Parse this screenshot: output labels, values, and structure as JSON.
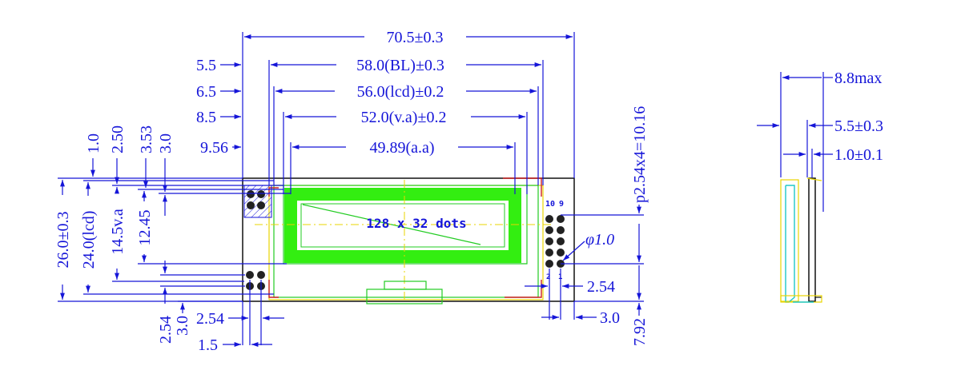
{
  "front_view": {
    "top_dims": {
      "overall": "70.5±0.3",
      "backlight": "58.0(BL)±0.3",
      "lcd": "56.0(lcd)±0.2",
      "viewing_area": "52.0(v.a)±0.2",
      "active_area": "49.89(a.a)"
    },
    "left_offsets": {
      "bl": "5.5",
      "lcd": "6.5",
      "va": "8.5",
      "aa": "9.56"
    },
    "vertical_top": {
      "v1": "1.0",
      "v2": "2.50",
      "v3": "3.53",
      "v4": "3.0"
    },
    "vertical_left": {
      "overall": "26.0±0.3",
      "lcd": "24.0(lcd)",
      "va": "14.5v.a",
      "aa": "12.45"
    },
    "bottom_left": {
      "pitch": "2.54",
      "offset": "3.0",
      "pitch2": "2.54",
      "hole": "1.5"
    },
    "right": {
      "pin_span": "p2.54x4=10.16",
      "hole_dia": "φ1.0",
      "pitch": "2.54",
      "edge": "3.0",
      "height": "7.92",
      "pin_10": "10",
      "pin_9": "9",
      "pin_2": "2",
      "pin_1": "1"
    },
    "screen_text": "128 x 32 dots"
  },
  "side_view": {
    "total": "8.8max",
    "lcd_thick": "5.5±0.3",
    "pcb": "1.0±0.1"
  },
  "colors": {
    "dimension": "#1515d8",
    "outline": "#111111",
    "lcd": "#22cc22",
    "active_area": "#33ee11",
    "backlight": "#e8d400",
    "corner": "#cc2222",
    "side": "#1ec8c8"
  }
}
